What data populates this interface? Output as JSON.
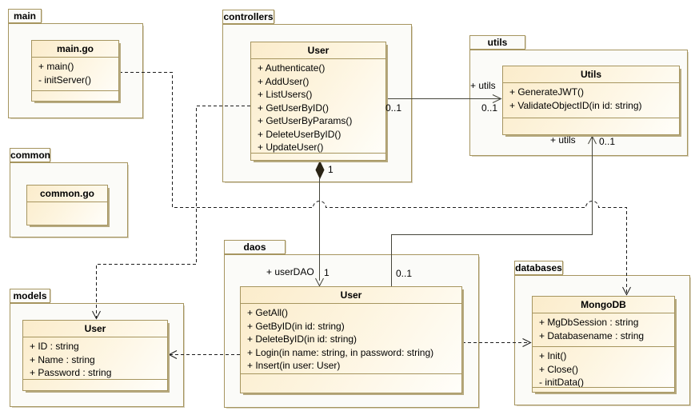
{
  "colors": {
    "border": "#a6955f",
    "package_fill": "#fbfbf8",
    "class_fill_left": "#fbeccb",
    "class_fill_right": "#fffefa",
    "shadow": "#b6a97f",
    "solid_line": "#44443a",
    "dashed_line": "#1c1c1c",
    "diamond_fill": "#2a2415",
    "text": "#000000"
  },
  "packages": {
    "main": {
      "name": "main"
    },
    "controllers": {
      "name": "controllers"
    },
    "utils": {
      "name": "utils"
    },
    "common": {
      "name": "common"
    },
    "models": {
      "name": "models"
    },
    "daos": {
      "name": "daos"
    },
    "databases": {
      "name": "databases"
    }
  },
  "classes": {
    "main_go": {
      "name": "main.go",
      "operations": [
        "+ main()",
        "- initServer()"
      ]
    },
    "controllers_user": {
      "name": "User",
      "operations": [
        "+ Authenticate()",
        "+ AddUser()",
        "+ ListUsers()",
        "+ GetUserByID()",
        "+ GetUserByParams()",
        "+ DeleteUserByID()",
        "+ UpdateUser()"
      ]
    },
    "utils_utils": {
      "name": "Utils",
      "operations": [
        "+ GenerateJWT()",
        "+ ValidateObjectID(in id: string)"
      ]
    },
    "common_go": {
      "name": "common.go"
    },
    "models_user": {
      "name": "User",
      "attributes": [
        "+ ID : string",
        "+ Name : string",
        "+ Password : string"
      ]
    },
    "daos_user": {
      "name": "User",
      "operations": [
        "+ GetAll()",
        "+ GetByID(in id: string)",
        "+ DeleteByID(in id: string)",
        "+ Login(in name: string, in password: string)",
        "+ Insert(in user: User)"
      ]
    },
    "mongodb": {
      "name": "MongoDB",
      "attributes": [
        "+ MgDbSession : string",
        "+ Databasename : string"
      ],
      "operations": [
        "+ Init()",
        "+ Close()",
        "- initData()"
      ]
    }
  },
  "edge_labels": {
    "controllers_utils_src_mult": "0..1",
    "controllers_utils_role": "+ utils",
    "controllers_utils_tgt_mult": "0..1",
    "composition_src_mult": "1",
    "composition_role": "+ userDAO",
    "composition_tgt_mult": "1",
    "daos_utils_src_mult": "0..1",
    "daos_utils_role": "+ utils",
    "daos_utils_tgt_mult": "0..1"
  }
}
